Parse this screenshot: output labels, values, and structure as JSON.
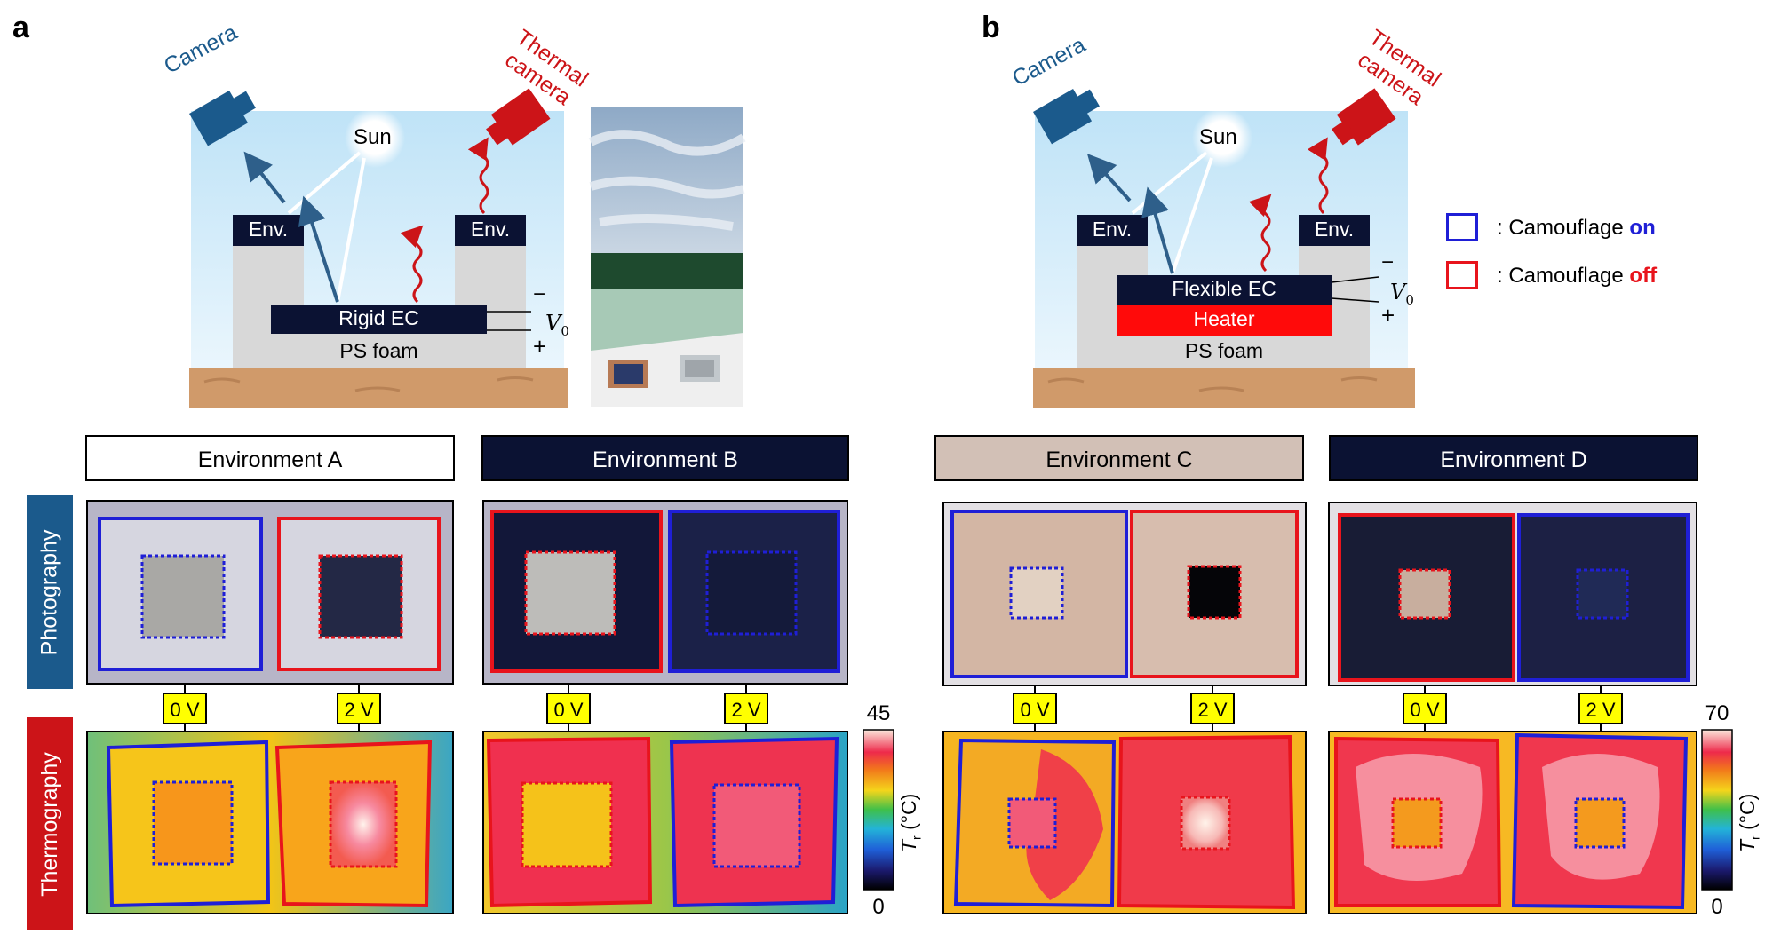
{
  "panels": {
    "a": {
      "label": "a",
      "camera": "Camera",
      "thermal_camera_line1": "Thermal",
      "thermal_camera_line2": "camera",
      "sun": "Sun",
      "env_left": "Env.",
      "env_right": "Env.",
      "device": "Rigid EC",
      "substrate": "PS foam",
      "minus": "−",
      "plus": "+",
      "voltage": "V",
      "voltage_sub": "0"
    },
    "b": {
      "label": "b",
      "camera": "Camera",
      "thermal_camera_line1": "Thermal",
      "thermal_camera_line2": "camera",
      "sun": "Sun",
      "env_left": "Env.",
      "env_right": "Env.",
      "device": "Flexible EC",
      "heater": "Heater",
      "substrate": "PS foam",
      "minus": "−",
      "plus": "+",
      "voltage": "V",
      "voltage_sub": "0"
    }
  },
  "legend": {
    "on_prefix": ": Camouflage ",
    "on_word": "on",
    "off_prefix": ": Camouflage ",
    "off_word": "off",
    "on_color": "#1f1fd6",
    "off_color": "#e8141c"
  },
  "environments": [
    {
      "label": "Environment A",
      "bg": "#ffffff",
      "fg": "#000000"
    },
    {
      "label": "Environment B",
      "bg": "#0b1233",
      "fg": "#ffffff"
    },
    {
      "label": "Environment C",
      "bg": "#d2c0b6",
      "fg": "#000000"
    },
    {
      "label": "Environment D",
      "bg": "#0b1233",
      "fg": "#ffffff"
    }
  ],
  "rows": {
    "photography": "Photography",
    "thermography": "Thermography",
    "photography_color": "#1b5a8c",
    "thermography_color": "#cc1418"
  },
  "voltage_tags": [
    "0 V",
    "2 V",
    "0 V",
    "2 V",
    "0 V",
    "2 V",
    "0 V",
    "2 V"
  ],
  "colorbars": [
    {
      "max": "45",
      "min": "0",
      "label": "T",
      "label_sub": "r",
      "unit": " (°C)"
    },
    {
      "max": "70",
      "min": "0",
      "label": "T",
      "label_sub": "r",
      "unit": " (°C)"
    }
  ]
}
